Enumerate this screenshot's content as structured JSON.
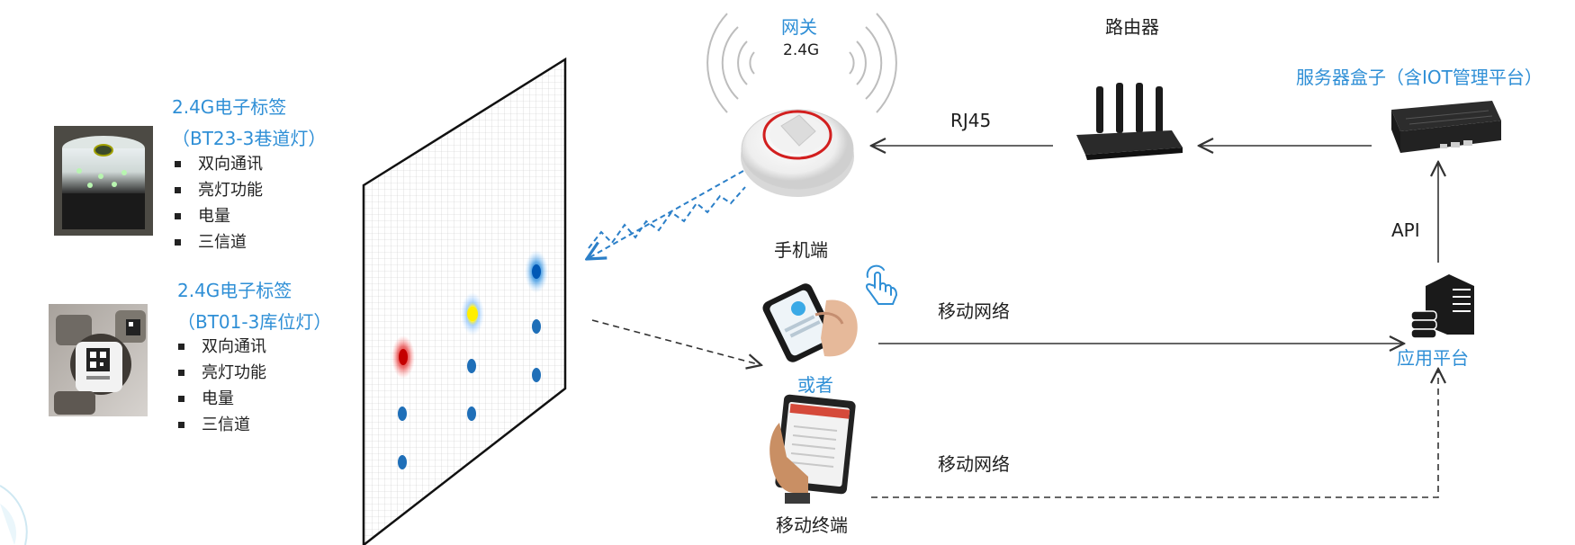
{
  "tag1": {
    "title": "2.4G电子标签",
    "model": "（BT23-3巷道灯）",
    "features": [
      "双向通讯",
      "亮灯功能",
      "电量",
      "三信道"
    ]
  },
  "tag2": {
    "title": "2.4G电子标签",
    "model": "（BT01-3库位灯）",
    "features": [
      "双向通讯",
      "亮灯功能",
      "电量",
      "三信道"
    ]
  },
  "gateway": {
    "title": "网关",
    "freq": "2.4G"
  },
  "router": {
    "label": "路由器"
  },
  "server_box": {
    "label": "服务器盒子（含IOT管理平台）"
  },
  "links": {
    "rj45": "RJ45",
    "api": "API",
    "mobile_net_1": "移动网络",
    "mobile_net_2": "移动网络"
  },
  "phone": {
    "label": "手机端"
  },
  "or": {
    "label": "或者"
  },
  "mobile_terminal": {
    "label": "移动终端"
  },
  "app_platform": {
    "label": "应用平台"
  },
  "colors": {
    "blue_text": "#2f8fd6",
    "line": "#333333",
    "dot_blue": "#1f6fb8",
    "dot_red": "#d61f1f",
    "dot_yellow": "#ffee00",
    "glow_blue": "#2b8fe0"
  }
}
